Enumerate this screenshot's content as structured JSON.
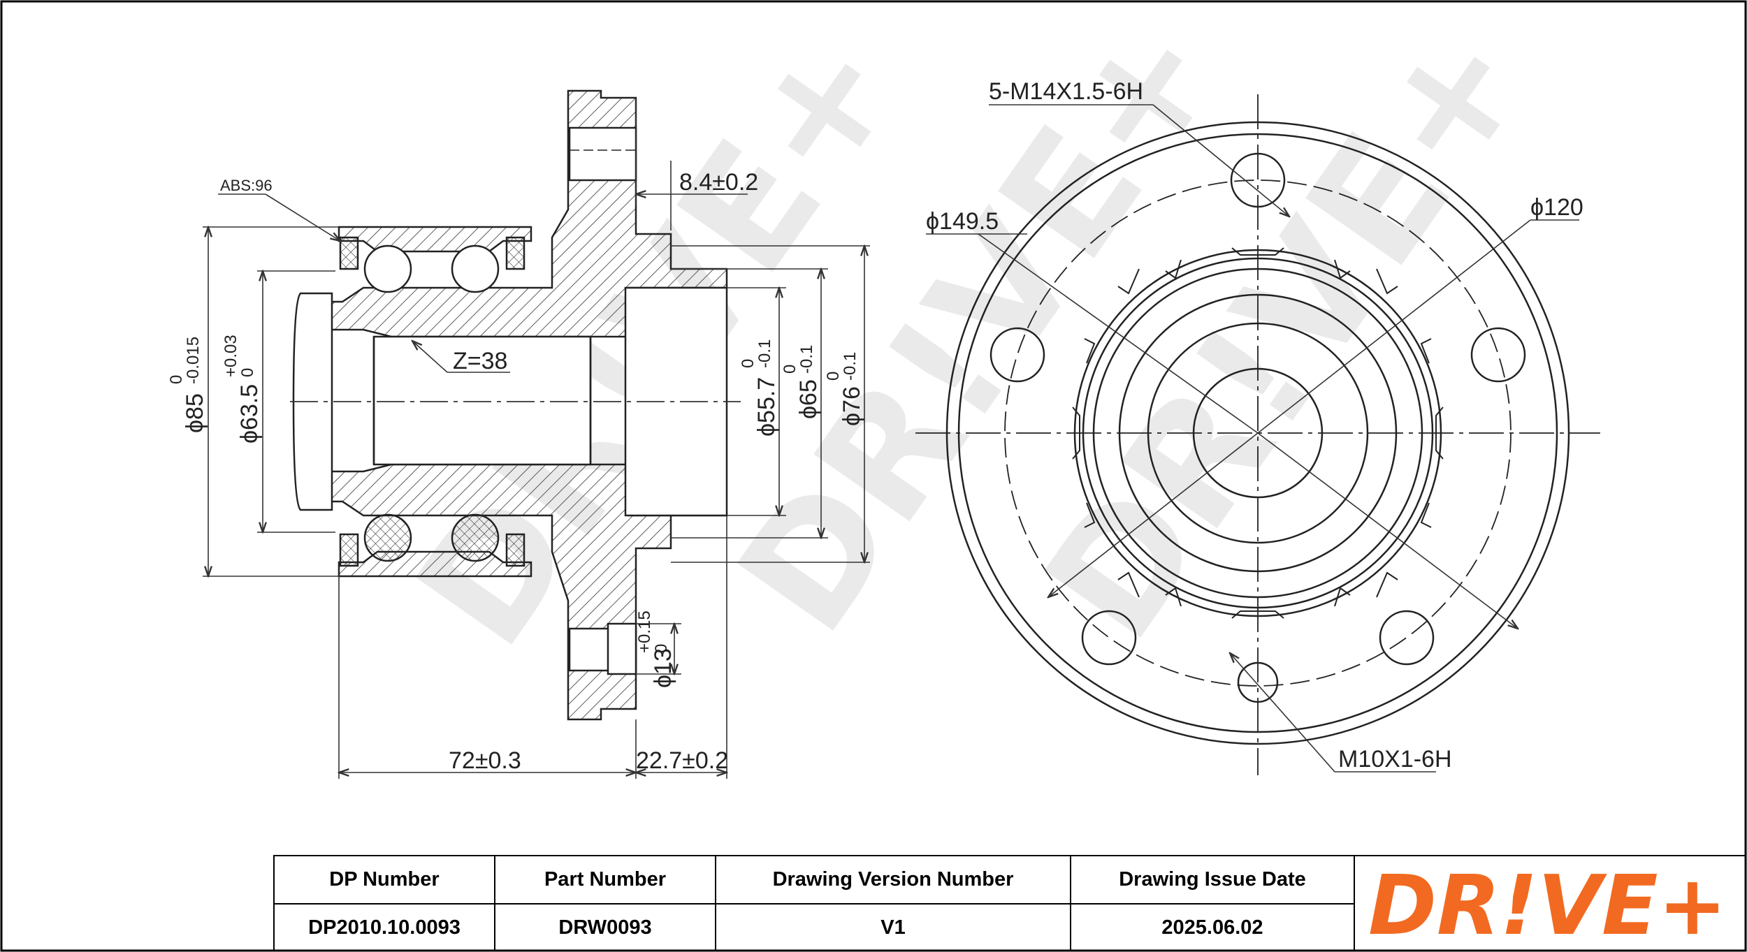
{
  "dimensions": {
    "thread_top": "5-M14X1.5-6H",
    "thread_bottom": "M10X1-6H",
    "abs": "ABS:96",
    "flange_offset": "8.4±0.2",
    "dia_149": "ϕ149.5",
    "dia_120": "ϕ120",
    "teeth": "Z=38",
    "dia_85": "ϕ85",
    "dia_85_tol_upper": "0",
    "dia_85_tol_lower": "-0.015",
    "dia_63": "ϕ63.5",
    "dia_63_tol_upper": "+0.03",
    "dia_63_tol_lower": "0",
    "dia_55": "ϕ55.7",
    "dia_55_tol_upper": "0",
    "dia_55_tol_lower": "-0.1",
    "dia_65": "ϕ65",
    "dia_65_tol_upper": "0",
    "dia_65_tol_lower": "-0.1",
    "dia_76": "ϕ76",
    "dia_76_tol_upper": "0",
    "dia_76_tol_lower": "-0.1",
    "dia_13": "ϕ13",
    "dia_13_tol_upper": "+0.15",
    "dia_13_tol_lower": "0",
    "length_72": "72±0.3",
    "length_22": "22.7±0.2"
  },
  "watermark": "DR!VE+",
  "title_block": {
    "headers": [
      "DP Number",
      "Part Number",
      "Drawing Version Number",
      "Drawing Issue Date"
    ],
    "values": [
      "DP2010.10.0093",
      "DRW0093",
      "V1",
      "2025.06.02"
    ]
  },
  "logo": {
    "text": "DR!VE+",
    "color": "#f26a21"
  }
}
